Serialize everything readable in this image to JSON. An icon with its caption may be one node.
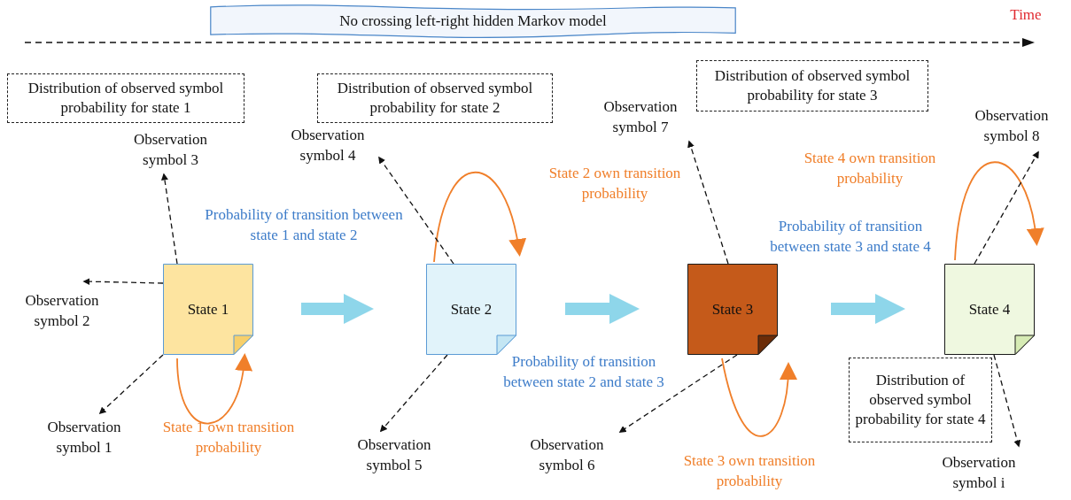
{
  "diagram": {
    "nodes": [
      {
        "text": [
          "No crossing left-right hidden Markov model"
        ]
      },
      {
        "text": [
          "Distribution of observed symbol probability for state 1"
        ]
      },
      {
        "text": [
          "Distribution of observed symbol probability for state 2"
        ]
      },
      {
        "text": [
          "Distribution of observed symbol probability for state 3"
        ]
      },
      {
        "text": [
          "Observation symbol 8"
        ]
      },
      {
        "text": [
          "Observation symbol 3"
        ]
      },
      {
        "text": [
          "Observation symbol 4"
        ]
      },
      {
        "text": [
          "Observation symbol 7"
        ]
      },
      {
        "text": [
          "Observation symbol 2"
        ]
      },
      {
        "text": [
          "State 1"
        ]
      },
      {
        "text": [
          "State 2"
        ]
      },
      {
        "text": [
          "State 3"
        ]
      },
      {
        "text": [
          "State 4"
        ]
      },
      {
        "text": [
          "Distribution of observed symbol probability for state 4"
        ]
      },
      {
        "text": [
          "Observation symbol 1"
        ]
      },
      {
        "text": [
          "Observation symbol 5"
        ]
      },
      {
        "text": [
          "Observation symbol 6"
        ]
      },
      {
        "text": [
          "Observation symbol i"
        ]
      }
    ],
    "edges": [
      {
        "from": 9,
        "to": 10,
        "arrow": "to",
        "style": "thick",
        "color": "#8ed6ea"
      },
      {
        "from": 10,
        "to": 11,
        "arrow": "to",
        "style": "thick",
        "color": "#8ed6ea"
      },
      {
        "from": 11,
        "to": 12,
        "arrow": "to",
        "style": "thick",
        "color": "#8ed6ea"
      },
      {
        "from": 9,
        "to": 9,
        "arrow": "to",
        "color": "#f07f2a"
      },
      {
        "from": 10,
        "to": 10,
        "arrow": "to",
        "color": "#f07f2a"
      },
      {
        "from": 11,
        "to": 11,
        "arrow": "to",
        "color": "#f07f2a"
      },
      {
        "from": 12,
        "to": 12,
        "arrow": "to",
        "color": "#f07f2a"
      },
      {
        "from": 9,
        "to": 5,
        "arrow": "to",
        "style": "dashed"
      },
      {
        "from": 9,
        "to": 8,
        "arrow": "to",
        "style": "dashed"
      },
      {
        "from": 9,
        "to": 14,
        "arrow": "to",
        "style": "dashed"
      },
      {
        "from": 10,
        "to": 6,
        "arrow": "to",
        "style": "dashed"
      },
      {
        "from": 10,
        "to": 15,
        "arrow": "to",
        "style": "dashed"
      },
      {
        "from": 11,
        "to": 7,
        "arrow": "to",
        "style": "dashed"
      },
      {
        "from": 11,
        "to": 16,
        "arrow": "to",
        "style": "dashed"
      },
      {
        "from": 12,
        "to": 4,
        "arrow": "to",
        "style": "dashed"
      },
      {
        "from": 12,
        "to": 17,
        "arrow": "to",
        "style": "dashed"
      }
    ],
    "labels": [
      "Time",
      "State 4 own transition probability",
      "State 2 own transition probability",
      "Probability of transition between state 1 and state 2",
      "Probability of transition between state 3 and state 4",
      "Probability of transition between state 2 and state 3",
      "State 1 own transition probability",
      "State 3 own transition probability"
    ]
  }
}
